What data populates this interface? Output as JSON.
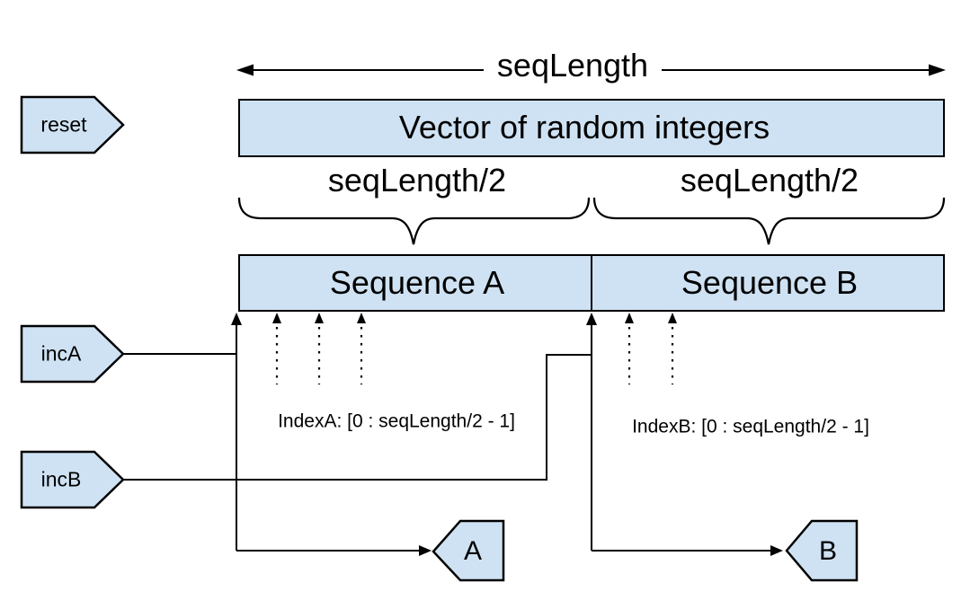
{
  "colors": {
    "shape_fill": "#cfe2f3",
    "shape_stroke": "#000000",
    "background": "#ffffff",
    "text": "#000000"
  },
  "dimension": {
    "label": "seqLength"
  },
  "vector_box": {
    "label": "Vector of random integers"
  },
  "halves": {
    "left_label": "seqLength/2",
    "right_label": "seqLength/2"
  },
  "sequences": {
    "a_label": "Sequence A",
    "b_label": "Sequence B"
  },
  "indices": {
    "index_a": "IndexA: [0 : seqLength/2 - 1]",
    "index_b": "IndexB: [0 : seqLength/2 - 1]"
  },
  "inputs": {
    "reset": "reset",
    "inc_a": "incA",
    "inc_b": "incB"
  },
  "outputs": {
    "a": "A",
    "b": "B"
  }
}
